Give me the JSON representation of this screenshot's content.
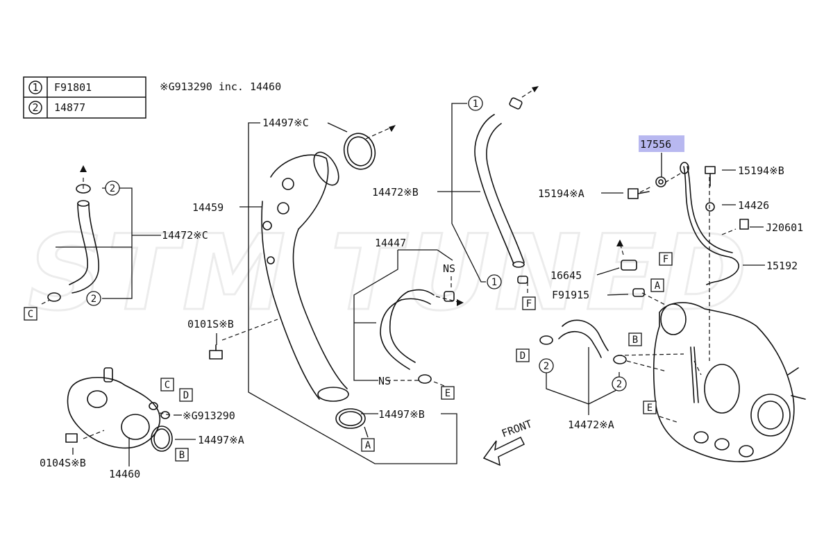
{
  "watermark": "STM TUNED",
  "legend": [
    {
      "num": "1",
      "code": "F91801"
    },
    {
      "num": "2",
      "code": "14877"
    }
  ],
  "header_note": "※G913290 inc. 14460",
  "highlight_color": "#b8b8f0",
  "labels": {
    "p14497C": "14497※C",
    "p14472B": "14472※B",
    "p14459": "14459",
    "p14472C": "14472※C",
    "p14447": "14447",
    "p17556": "17556",
    "p15194B": "15194※B",
    "p15194A": "15194※A",
    "p14426": "14426",
    "pJ20601": "J20601",
    "p15192": "15192",
    "p16645": "16645",
    "pF91915": "F91915",
    "p0101S": "0101S※B",
    "p14497B": "14497※B",
    "pG913290": "※G913290",
    "p14497A": "14497※A",
    "p0104S": "0104S※B",
    "p14460": "14460",
    "p14472A": "14472※A",
    "front": "FRONT",
    "ns": "NS"
  },
  "callouts": {
    "one": "1",
    "two": "2",
    "A": "A",
    "B": "B",
    "C": "C",
    "D": "D",
    "E": "E",
    "F": "F"
  }
}
